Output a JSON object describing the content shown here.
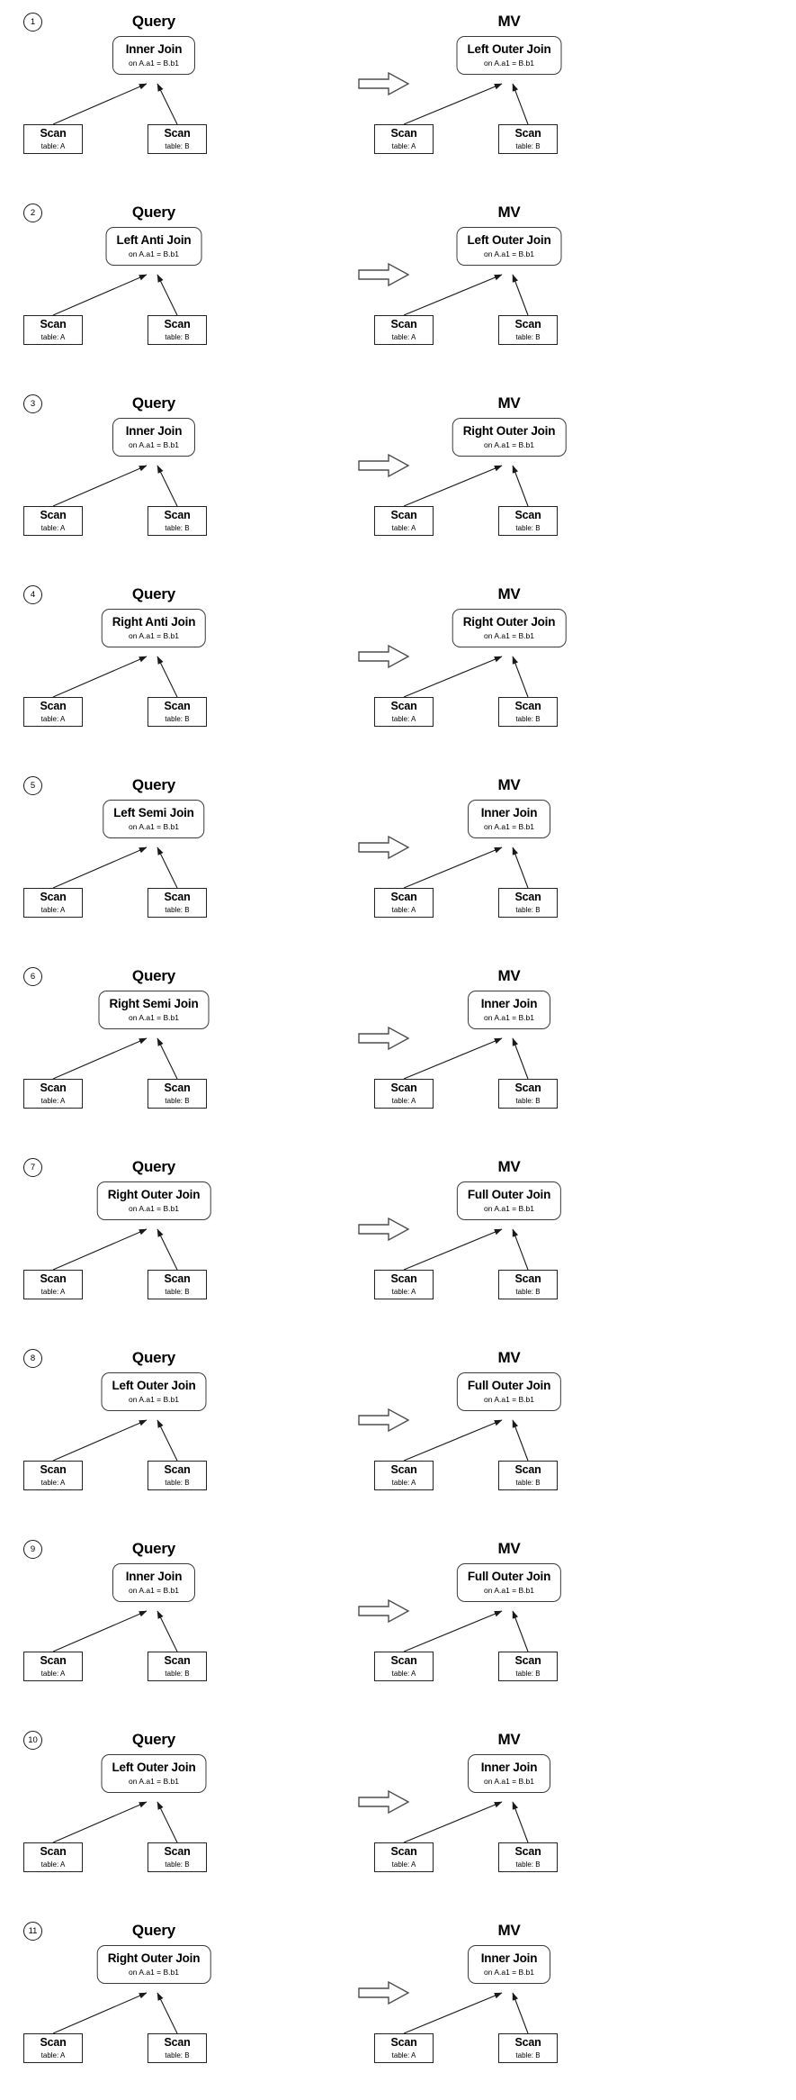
{
  "figure": {
    "left_panel_label": "Query",
    "right_panel_label": "MV",
    "rewrite_arrow_icon": "block-arrow-right-icon",
    "join_condition": "on A.a1 = B.b1",
    "scan_label": "Scan",
    "scan_table_a": "table: A",
    "scan_table_b": "table: B",
    "stroke_color": "#232323",
    "node_fill": "#ffffff",
    "background": "#ffffff"
  },
  "rules": [
    {
      "index": "1",
      "query": {
        "title": "Query",
        "root": {
          "label": "Inner Join",
          "condition": "on A.a1 = B.b1"
        },
        "left_leaf": {
          "label": "Scan",
          "sub": "table: A"
        },
        "right_leaf": {
          "label": "Scan",
          "sub": "table: B"
        }
      },
      "mv": {
        "title": "MV",
        "root": {
          "label": "Left Outer Join",
          "condition": "on A.a1 = B.b1"
        },
        "left_leaf": {
          "label": "Scan",
          "sub": "table: A"
        },
        "right_leaf": {
          "label": "Scan",
          "sub": "table: B"
        }
      }
    },
    {
      "index": "2",
      "query": {
        "title": "Query",
        "root": {
          "label": "Left Anti Join",
          "condition": "on A.a1 = B.b1"
        },
        "left_leaf": {
          "label": "Scan",
          "sub": "table: A"
        },
        "right_leaf": {
          "label": "Scan",
          "sub": "table: B"
        }
      },
      "mv": {
        "title": "MV",
        "root": {
          "label": "Left Outer Join",
          "condition": "on A.a1 = B.b1"
        },
        "left_leaf": {
          "label": "Scan",
          "sub": "table: A"
        },
        "right_leaf": {
          "label": "Scan",
          "sub": "table: B"
        }
      }
    },
    {
      "index": "3",
      "query": {
        "title": "Query",
        "root": {
          "label": "Inner Join",
          "condition": "on A.a1 = B.b1"
        },
        "left_leaf": {
          "label": "Scan",
          "sub": "table: A"
        },
        "right_leaf": {
          "label": "Scan",
          "sub": "table: B"
        }
      },
      "mv": {
        "title": "MV",
        "root": {
          "label": "Right Outer Join",
          "condition": "on A.a1 = B.b1"
        },
        "left_leaf": {
          "label": "Scan",
          "sub": "table: A"
        },
        "right_leaf": {
          "label": "Scan",
          "sub": "table: B"
        }
      }
    },
    {
      "index": "4",
      "query": {
        "title": "Query",
        "root": {
          "label": "Right Anti Join",
          "condition": "on A.a1 = B.b1"
        },
        "left_leaf": {
          "label": "Scan",
          "sub": "table: A"
        },
        "right_leaf": {
          "label": "Scan",
          "sub": "table: B"
        }
      },
      "mv": {
        "title": "MV",
        "root": {
          "label": "Right Outer Join",
          "condition": "on A.a1 = B.b1"
        },
        "left_leaf": {
          "label": "Scan",
          "sub": "table: A"
        },
        "right_leaf": {
          "label": "Scan",
          "sub": "table: B"
        }
      }
    },
    {
      "index": "5",
      "query": {
        "title": "Query",
        "root": {
          "label": "Left Semi Join",
          "condition": "on A.a1 = B.b1"
        },
        "left_leaf": {
          "label": "Scan",
          "sub": "table: A"
        },
        "right_leaf": {
          "label": "Scan",
          "sub": "table: B"
        }
      },
      "mv": {
        "title": "MV",
        "root": {
          "label": "Inner Join",
          "condition": "on A.a1 = B.b1"
        },
        "left_leaf": {
          "label": "Scan",
          "sub": "table: A"
        },
        "right_leaf": {
          "label": "Scan",
          "sub": "table: B"
        }
      }
    },
    {
      "index": "6",
      "query": {
        "title": "Query",
        "root": {
          "label": "Right Semi Join",
          "condition": "on A.a1 = B.b1"
        },
        "left_leaf": {
          "label": "Scan",
          "sub": "table: A"
        },
        "right_leaf": {
          "label": "Scan",
          "sub": "table: B"
        }
      },
      "mv": {
        "title": "MV",
        "root": {
          "label": "Inner Join",
          "condition": "on A.a1 = B.b1"
        },
        "left_leaf": {
          "label": "Scan",
          "sub": "table: A"
        },
        "right_leaf": {
          "label": "Scan",
          "sub": "table: B"
        }
      }
    },
    {
      "index": "7",
      "query": {
        "title": "Query",
        "root": {
          "label": "Right Outer Join",
          "condition": "on A.a1 = B.b1"
        },
        "left_leaf": {
          "label": "Scan",
          "sub": "table: A"
        },
        "right_leaf": {
          "label": "Scan",
          "sub": "table: B"
        }
      },
      "mv": {
        "title": "MV",
        "root": {
          "label": "Full Outer Join",
          "condition": "on A.a1 = B.b1"
        },
        "left_leaf": {
          "label": "Scan",
          "sub": "table: A"
        },
        "right_leaf": {
          "label": "Scan",
          "sub": "table: B"
        }
      }
    },
    {
      "index": "8",
      "query": {
        "title": "Query",
        "root": {
          "label": "Left Outer Join",
          "condition": "on A.a1 = B.b1"
        },
        "left_leaf": {
          "label": "Scan",
          "sub": "table: A"
        },
        "right_leaf": {
          "label": "Scan",
          "sub": "table: B"
        }
      },
      "mv": {
        "title": "MV",
        "root": {
          "label": "Full Outer Join",
          "condition": "on A.a1 = B.b1"
        },
        "left_leaf": {
          "label": "Scan",
          "sub": "table: A"
        },
        "right_leaf": {
          "label": "Scan",
          "sub": "table: B"
        }
      }
    },
    {
      "index": "9",
      "query": {
        "title": "Query",
        "root": {
          "label": "Inner Join",
          "condition": "on A.a1 = B.b1"
        },
        "left_leaf": {
          "label": "Scan",
          "sub": "table: A"
        },
        "right_leaf": {
          "label": "Scan",
          "sub": "table: B"
        }
      },
      "mv": {
        "title": "MV",
        "root": {
          "label": "Full Outer Join",
          "condition": "on A.a1 = B.b1"
        },
        "left_leaf": {
          "label": "Scan",
          "sub": "table: A"
        },
        "right_leaf": {
          "label": "Scan",
          "sub": "table: B"
        }
      }
    },
    {
      "index": "10",
      "query": {
        "title": "Query",
        "root": {
          "label": "Left Outer Join",
          "condition": "on A.a1 = B.b1"
        },
        "left_leaf": {
          "label": "Scan",
          "sub": "table: A"
        },
        "right_leaf": {
          "label": "Scan",
          "sub": "table: B"
        }
      },
      "mv": {
        "title": "MV",
        "root": {
          "label": "Inner Join",
          "condition": "on A.a1 = B.b1"
        },
        "left_leaf": {
          "label": "Scan",
          "sub": "table: A"
        },
        "right_leaf": {
          "label": "Scan",
          "sub": "table: B"
        }
      }
    },
    {
      "index": "11",
      "query": {
        "title": "Query",
        "root": {
          "label": "Right Outer Join",
          "condition": "on A.a1 = B.b1"
        },
        "left_leaf": {
          "label": "Scan",
          "sub": "table: A"
        },
        "right_leaf": {
          "label": "Scan",
          "sub": "table: B"
        }
      },
      "mv": {
        "title": "MV",
        "root": {
          "label": "Inner Join",
          "condition": "on A.a1 = B.b1"
        },
        "left_leaf": {
          "label": "Scan",
          "sub": "table: A"
        },
        "right_leaf": {
          "label": "Scan",
          "sub": "table: B"
        }
      }
    }
  ]
}
